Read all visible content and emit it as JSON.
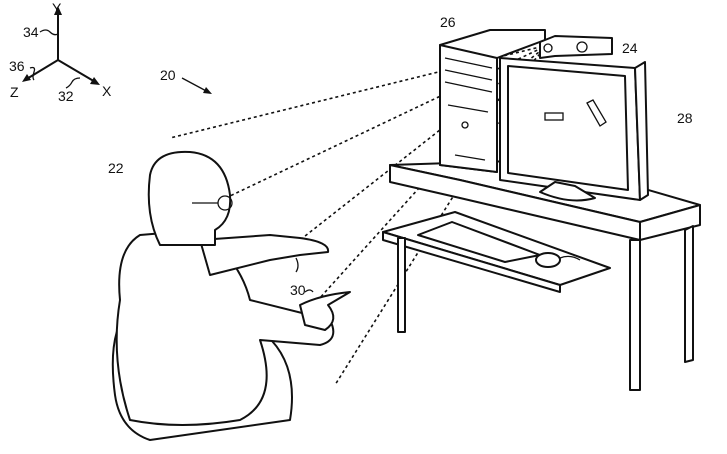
{
  "axes": {
    "y": "Y",
    "x": "X",
    "z": "Z",
    "y_ref": "34",
    "x_ref": "32",
    "z_ref": "36"
  },
  "refs": {
    "system": "20",
    "computer": "26",
    "sensor": "24",
    "display": "28",
    "user": "22",
    "hand": "30"
  }
}
